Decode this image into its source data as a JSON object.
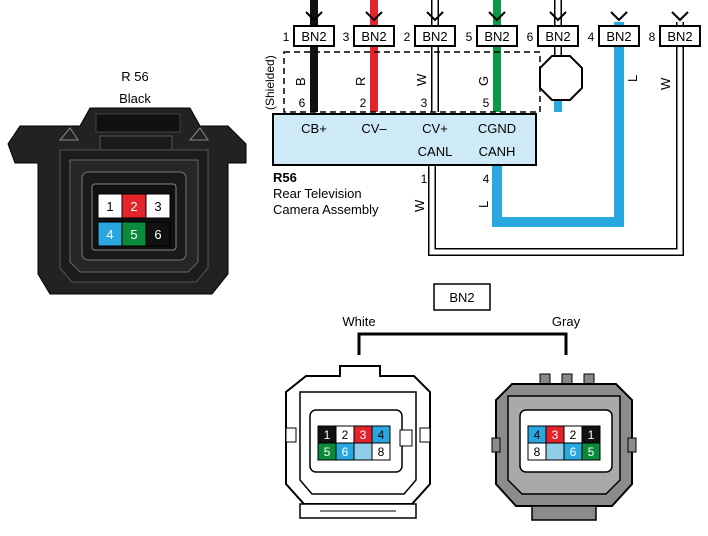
{
  "ecu_connector": {
    "label": "R 56",
    "color_label": "Black",
    "pins": [
      "1",
      "2",
      "3",
      "4",
      "5",
      "6"
    ],
    "pin_colors": [
      "#ffffff",
      "#e3242b",
      "#ffffff",
      "#29a8e0",
      "#0a8a3a",
      "#111111"
    ]
  },
  "shield_label": "(Shielded)",
  "bn2_connectors": [
    {
      "pin": "1",
      "label": "BN2",
      "wire_color": "#111111"
    },
    {
      "pin": "3",
      "label": "BN2",
      "wire_color": "#e3242b"
    },
    {
      "pin": "2",
      "label": "BN2",
      "wire_color": "#ffffff"
    },
    {
      "pin": "5",
      "label": "BN2",
      "wire_color": "#0a9a45"
    },
    {
      "pin": "6",
      "label": "BN2",
      "wire_color": "#ffffff"
    },
    {
      "pin": "4",
      "label": "BN2",
      "wire_color": "#29a8e0"
    },
    {
      "pin": "8",
      "label": "BN2",
      "wire_color": "#ffffff"
    }
  ],
  "wire_color_codes": {
    "cbplus": "B",
    "cvminus": "R",
    "cvplus": "W",
    "cgnd": "G",
    "canh_out": "L",
    "canl_out": "W",
    "canl_lower": "W",
    "canh_lower": "L"
  },
  "component": {
    "id": "R56",
    "name_line1": "Rear Television",
    "name_line2": "Camera Assembly",
    "terminals_top": [
      "CB+",
      "CV–",
      "CV+",
      "CGND"
    ],
    "terminals_bottom": [
      "CANL",
      "CANH"
    ],
    "pin_top": [
      "6",
      "2",
      "3",
      "5"
    ],
    "pin_bottom": [
      "1",
      "4"
    ]
  },
  "bn2_section": {
    "title": "BN2",
    "left_label": "White",
    "right_label": "Gray",
    "white_pins_row1": [
      "1",
      "2",
      "3",
      "4"
    ],
    "white_pins_row2": [
      "5",
      "6",
      "",
      "8"
    ],
    "gray_pins_row1": [
      "4",
      "3",
      "2",
      "1"
    ],
    "gray_pins_row2": [
      "8",
      "",
      "6",
      "5"
    ]
  }
}
